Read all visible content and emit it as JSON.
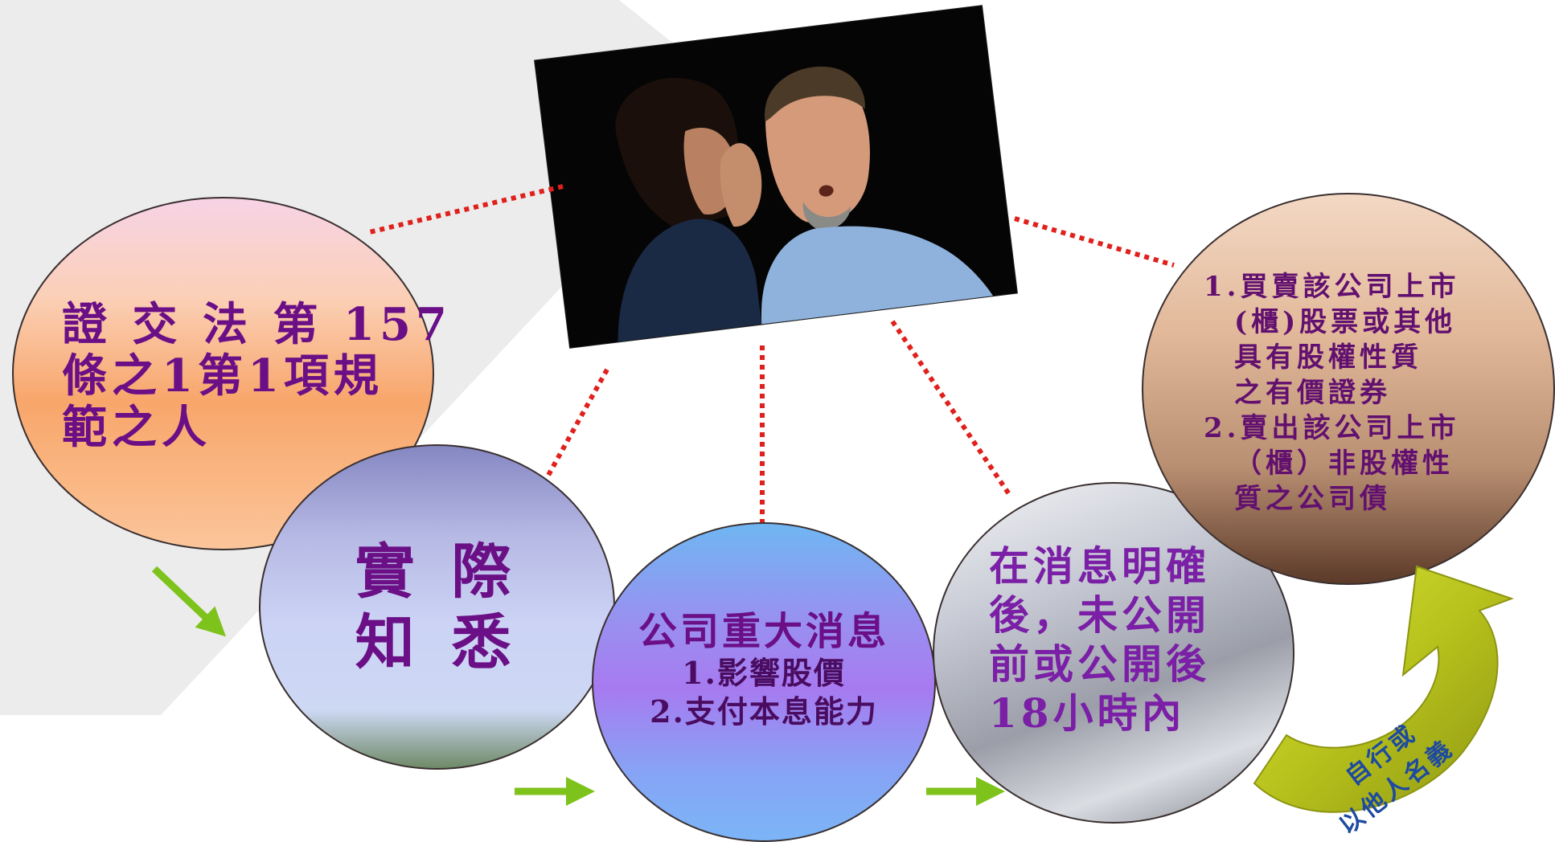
{
  "colors": {
    "text_purple": "#6b0f86",
    "connector_red": "#e0201c",
    "arrow_green": "#7ec21c",
    "curve_label_blue": "#1d4aa0"
  },
  "photo": {
    "description_icon": "two-people-whispering-photo"
  },
  "nodes": {
    "rule": {
      "lines": [
        "證 交 法 第 157",
        "條之1第1項規",
        "範之人"
      ]
    },
    "knowledge": {
      "lines": [
        "實 際",
        "知 悉"
      ]
    },
    "material_info": {
      "lines": [
        "公司重大消息",
        "1.影響股價",
        "2.支付本息能力"
      ]
    },
    "timing": {
      "lines": [
        "在消息明確",
        "後，未公開",
        "前或公開後",
        "18小時內"
      ]
    },
    "conduct": {
      "lines": [
        "1.買賣該公司上市",
        "  (櫃)股票或其他",
        "  具有股權性質",
        "  之有價證券",
        "2.賣出該公司上市",
        "  （櫃）非股權性",
        "  質之公司債"
      ]
    }
  },
  "curved_arrow": {
    "label_line1": "自行或",
    "label_line2": "以他人名義"
  }
}
